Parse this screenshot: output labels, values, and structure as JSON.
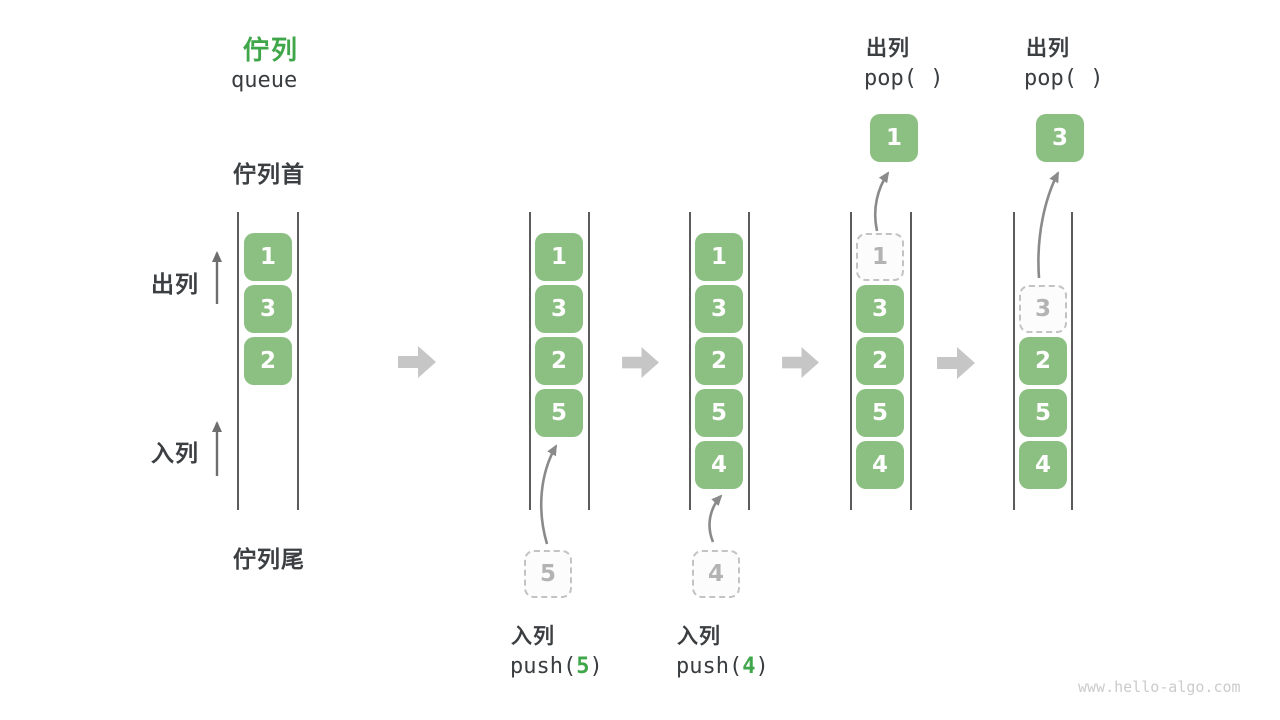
{
  "title": {
    "zh": "佇列",
    "en": "queue"
  },
  "side": {
    "head": "佇列首",
    "dequeue": "出列",
    "enqueue": "入列",
    "tail": "佇列尾"
  },
  "columns": [
    {
      "slots": [
        "1",
        "3",
        "2"
      ]
    },
    {
      "slots": [
        "1",
        "3",
        "2",
        "5"
      ],
      "incoming": "5"
    },
    {
      "slots": [
        "1",
        "3",
        "2",
        "5",
        "4"
      ],
      "incoming": "4"
    },
    {
      "ghost": "1",
      "slots": [
        "3",
        "2",
        "5",
        "4"
      ],
      "popped": "1"
    },
    {
      "ghost": "3",
      "slots": [
        "2",
        "5",
        "4"
      ],
      "popped": "3"
    }
  ],
  "ops": {
    "push5": {
      "name": "入列",
      "pre": "push(",
      "arg": "5",
      "post": ")"
    },
    "push4": {
      "name": "入列",
      "pre": "push(",
      "arg": "4",
      "post": ")"
    },
    "pop1": {
      "name": "出列",
      "code": "pop( )"
    },
    "pop2": {
      "name": "出列",
      "code": "pop( )"
    }
  },
  "watermark": "www.hello-algo.com",
  "colors": {
    "cell_green": "#8cbf82",
    "accent_green": "#3fa64a",
    "text_dark": "#3b3f42",
    "ghost_gray": "#b3b3b3",
    "block_arrow_gray": "#c6c6c6",
    "wall_gray": "#5b5b5b"
  }
}
